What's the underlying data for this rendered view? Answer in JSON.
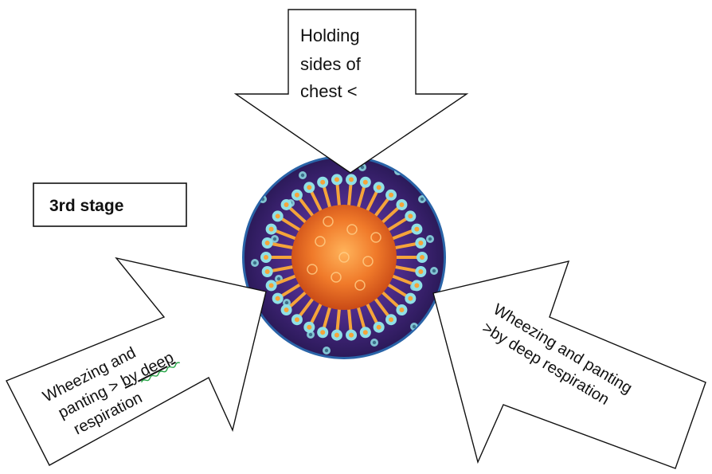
{
  "stage_label": "3rd stage",
  "arrows": {
    "top": {
      "lines": [
        "Holding",
        "sides of",
        "chest <"
      ]
    },
    "left": {
      "lines": [
        "Wheezing and",
        "panting > by deep",
        "respiration"
      ],
      "underlined_phrase": "by deep"
    },
    "right": {
      "lines": [
        "Wheezing and panting",
        ">by deep respiration"
      ]
    }
  },
  "center_image": {
    "description_icon": "virus-icon",
    "colors": {
      "background": "#3a1f6b",
      "rim": "#2a64a8",
      "core": "#f07a2a",
      "spikes": "#f5a43a",
      "particles": "#8fe0e6"
    }
  }
}
